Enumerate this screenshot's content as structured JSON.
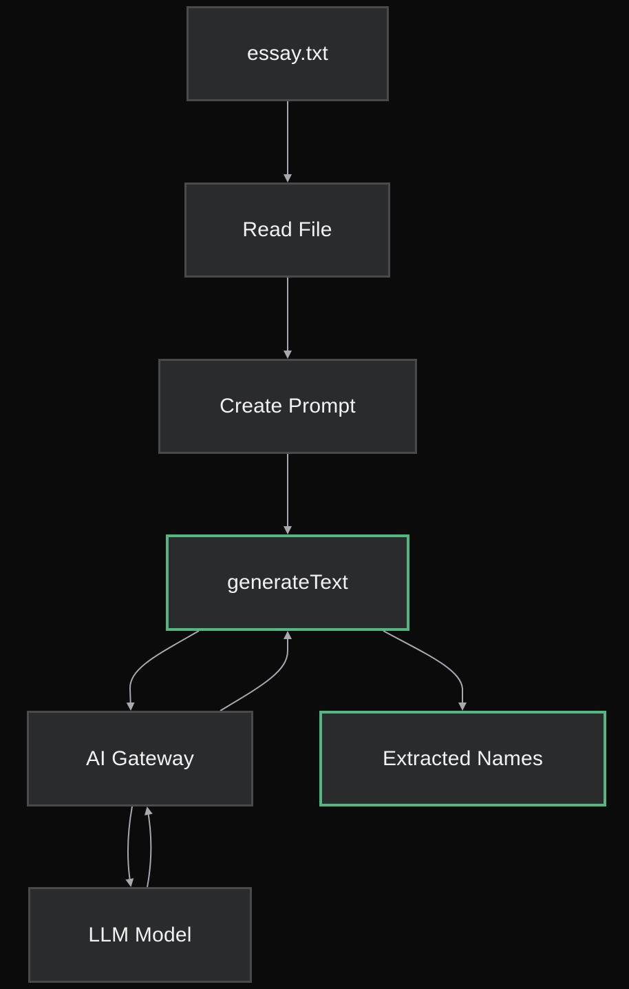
{
  "nodes": {
    "essay": "essay.txt",
    "read_file": "Read File",
    "create_prompt": "Create Prompt",
    "generate_text": "generateText",
    "ai_gateway": "AI Gateway",
    "extracted_names": "Extracted Names",
    "llm_model": "LLM Model"
  },
  "highlighted_nodes": [
    "generate_text",
    "extracted_names"
  ],
  "edges": [
    {
      "from": "essay",
      "to": "read_file"
    },
    {
      "from": "read_file",
      "to": "create_prompt"
    },
    {
      "from": "create_prompt",
      "to": "generate_text"
    },
    {
      "from": "generate_text",
      "to": "ai_gateway"
    },
    {
      "from": "ai_gateway",
      "to": "generate_text"
    },
    {
      "from": "generate_text",
      "to": "extracted_names"
    },
    {
      "from": "ai_gateway",
      "to": "llm_model"
    },
    {
      "from": "llm_model",
      "to": "ai_gateway"
    }
  ],
  "colors": {
    "background": "#0b0b0b",
    "node_fill": "#2a2b2d",
    "node_border": "#4a4a4c",
    "highlight_border": "#55b583",
    "edge": "#a8a9b0",
    "text": "#f2f2f2"
  }
}
